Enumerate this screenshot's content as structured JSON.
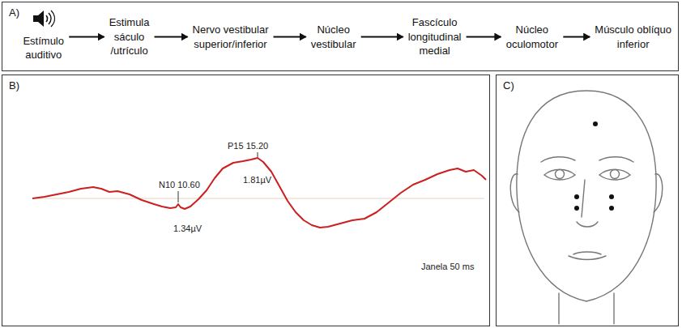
{
  "diagram": {
    "nodes": [
      {
        "text": [
          "A)"
        ]
      },
      {
        "text": [
          "Estímulo auditivo"
        ],
        "in": 0
      },
      {
        "text": [
          "Estimula sáculo /utrículo"
        ],
        "in": 0
      },
      {
        "text": [
          "Nervo vestibular superior/inferior"
        ],
        "in": 0
      },
      {
        "text": [
          "Núcleo vestibular"
        ],
        "in": 0
      },
      {
        "text": [
          "Fascículo longitudinal medial"
        ],
        "in": 0
      },
      {
        "text": [
          "Núcleo oculomotor"
        ],
        "in": 0
      },
      {
        "text": [
          "Músculo oblíquo inferior"
        ],
        "in": 0
      },
      {
        "text": [
          "B)"
        ]
      },
      {
        "text": [
          "C)"
        ]
      }
    ],
    "edges": [
      {
        "from": 1,
        "to": 2,
        "arrow": "to"
      },
      {
        "from": 2,
        "to": 3,
        "arrow": "to"
      },
      {
        "from": 3,
        "to": 4,
        "arrow": "to"
      },
      {
        "from": 4,
        "to": 5,
        "arrow": "to"
      },
      {
        "from": 5,
        "to": 6,
        "arrow": "to"
      },
      {
        "from": 6,
        "to": 7,
        "arrow": "to"
      }
    ],
    "labels": [
      "N10 10.60",
      "P15 15.20",
      "1.81µV",
      "1.34µV",
      "Janela 50 ms"
    ]
  }
}
